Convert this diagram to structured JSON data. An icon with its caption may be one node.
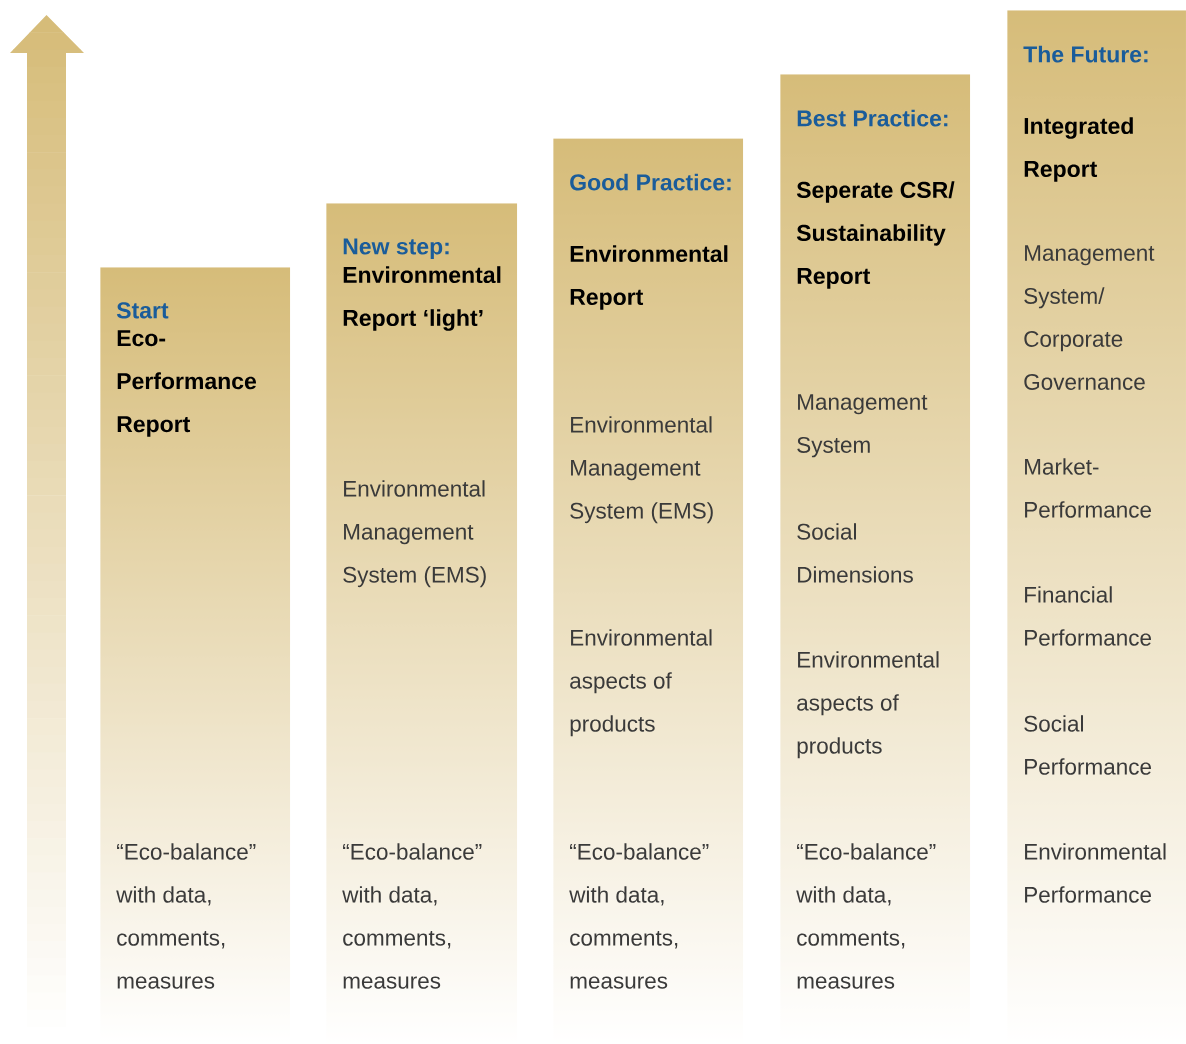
{
  "diagram": {
    "nodes": [
      {
        "text": [
          "Start",
          "Eco-Performance Report",
          "“Eco-balance” with data, comments, measures"
        ]
      },
      {
        "text": [
          "New step:",
          "Environmental Report ‘light’",
          "Environmental Management System (EMS)",
          "“Eco-balance” with data, comments, measures"
        ]
      },
      {
        "text": [
          "Good Practice:",
          "Environmental Report",
          "Environmental Management System (EMS)",
          "Environmental aspects of products",
          "“Eco-balance” with data, comments, measures"
        ]
      },
      {
        "text": [
          "Best Practice:",
          "Seperate CSR/Sustainability Report",
          "Management System",
          "Social Dimensions",
          "Environmental aspects of products",
          "“Eco-balance” with data, comments, measures"
        ]
      },
      {
        "text": [
          "The Future:",
          "Integrated Report",
          "Management System/ Corporate Governance",
          "Market-Performance",
          "Financial Performance",
          "Social Performance",
          "Environmental Performance"
        ]
      }
    ]
  }
}
